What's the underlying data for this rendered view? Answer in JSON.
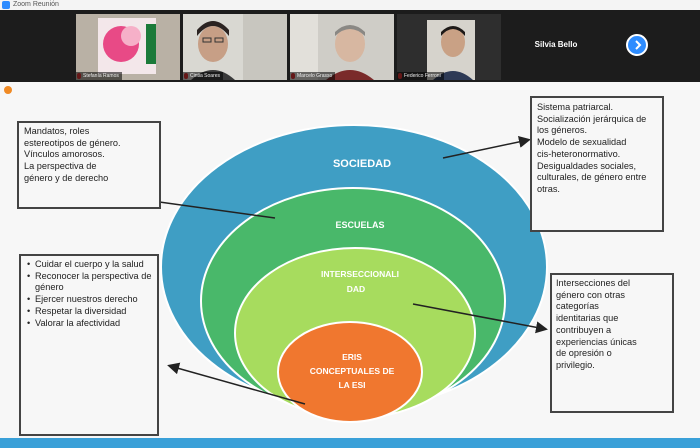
{
  "window": {
    "title": "Zoom Reunión"
  },
  "participants": [
    {
      "name": "Stefanía Ramos"
    },
    {
      "name": "Cintia Soares"
    },
    {
      "name": "Marcelo Grasso"
    },
    {
      "name": "Federico Ferroni"
    },
    {
      "name": "Silvia Bello"
    }
  ],
  "slide": {
    "rings": {
      "sociedad": "SOCIEDAD",
      "escuelas": "ESCUELAS",
      "intersec_line1": "INTERSECCIONALI",
      "intersec_line2": "DAD",
      "eris_line1": "ERIS",
      "eris_line2": "CONCEPTUALES DE",
      "eris_line3": "LA ESI"
    },
    "box_top_left": {
      "lines": [
        "Mandatos, roles",
        "estereotipos de género.",
        "Vínculos amorosos.",
        "La perspectiva de",
        "género y de derecho"
      ]
    },
    "box_top_right": {
      "lines": [
        "Sistema patriarcal.",
        "Socialización jerárquica de",
        "los géneros.",
        "Modelo de sexualidad",
        "cis-heteronormativo.",
        "Desigualdades sociales,",
        "culturales, de género entre",
        "otras."
      ]
    },
    "box_bottom_left": {
      "items": [
        "Cuidar el cuerpo y la salud",
        "Reconocer la perspectiva de género",
        "Ejercer nuestros derecho",
        "Respetar la diversidad",
        "Valorar la afectividad"
      ]
    },
    "box_bottom_right": {
      "lines": [
        "Intersecciones del",
        "género con otras",
        "categorías",
        "identitarias que",
        "contribuyen a",
        "experiencias únicas",
        "de opresión o",
        "privilegio."
      ]
    }
  },
  "colors": {
    "sociedad": "#3f9ec4",
    "escuelas": "#49b86a",
    "interseccionalidad": "#a7dc5e",
    "eris": "#f0772f",
    "accent": "#2d8cff"
  }
}
